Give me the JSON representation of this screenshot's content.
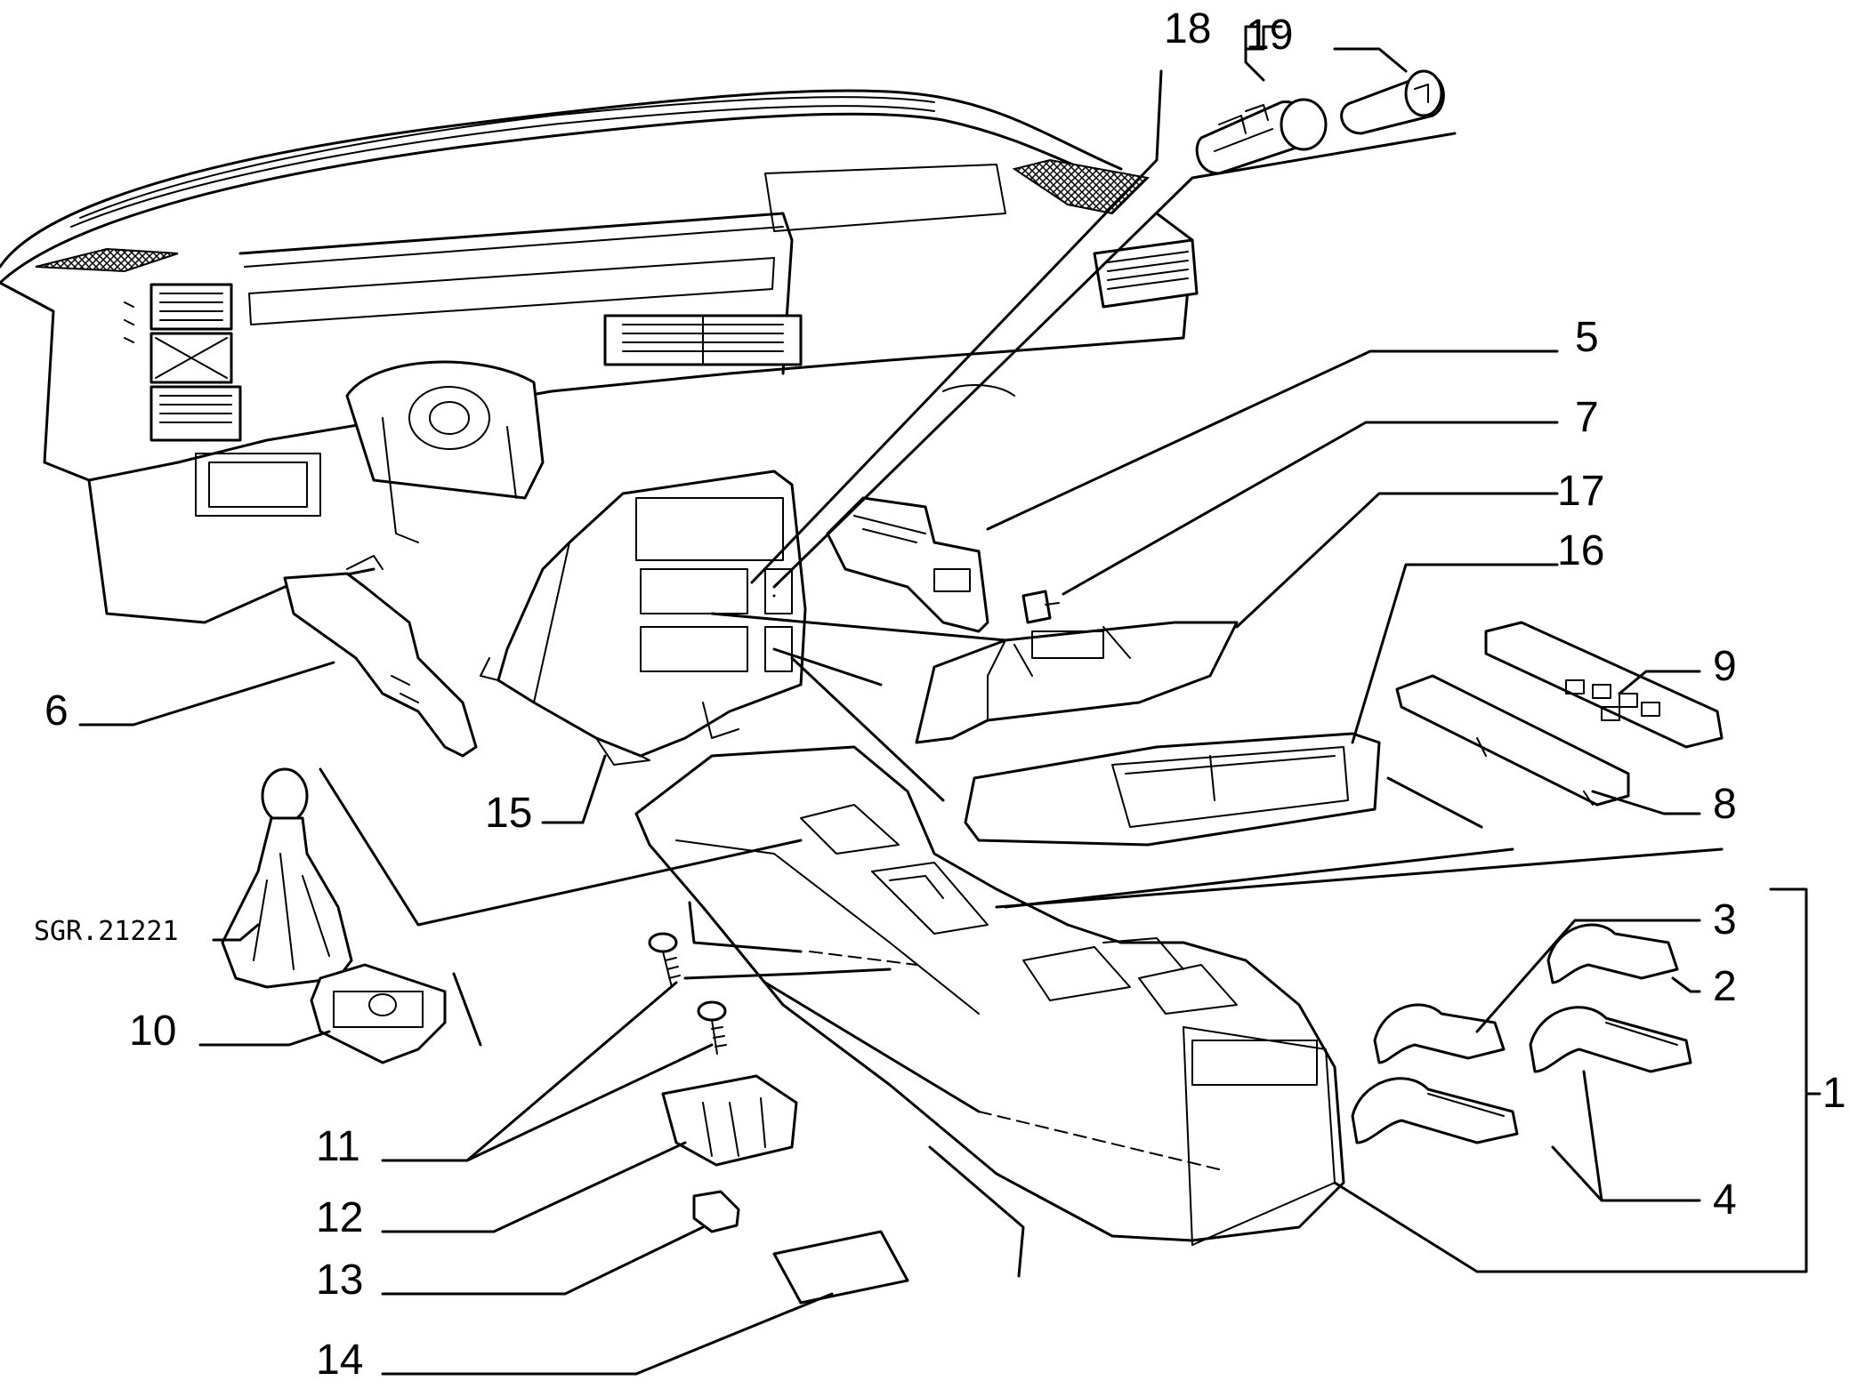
{
  "labels": {
    "p1": "1",
    "p2": "2",
    "p3": "3",
    "p4": "4",
    "p5": "5",
    "p6": "6",
    "p7": "7",
    "p8": "8",
    "p9": "9",
    "p10": "10",
    "p11": "11",
    "p12": "12",
    "p13": "13",
    "p14": "14",
    "p15": "15",
    "p16": "16",
    "p17": "17",
    "p18": "18",
    "p19": "19",
    "gear_knob_code": "SGR.21221"
  }
}
